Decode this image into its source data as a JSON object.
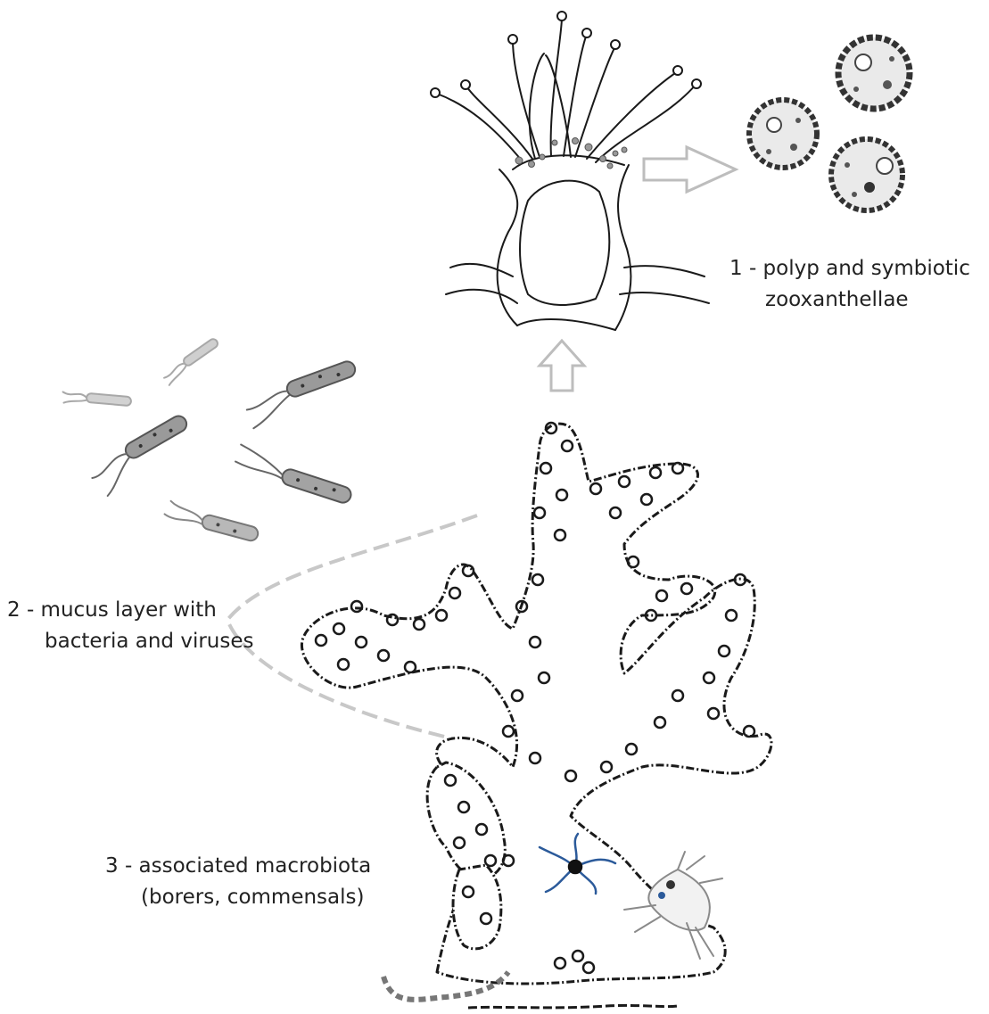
{
  "labels": {
    "polyp": {
      "line1": "1 - polyp and symbiotic",
      "line2": "zooxanthellae"
    },
    "mucus": {
      "line1": "2 - mucus layer with",
      "line2": "bacteria and viruses"
    },
    "macrobiota": {
      "line1": "3 - associated macrobiota",
      "line2": "(borers, commensals)"
    }
  },
  "colors": {
    "ink": "#1a1a1a",
    "arrow": "#bdbdbd",
    "mucus_dash": "#c8c8c8",
    "bacteria_dark": "#666666",
    "bacteria_light": "#a8a8a8",
    "brittle_star": "#2b5a9a",
    "worm": "#777777"
  }
}
